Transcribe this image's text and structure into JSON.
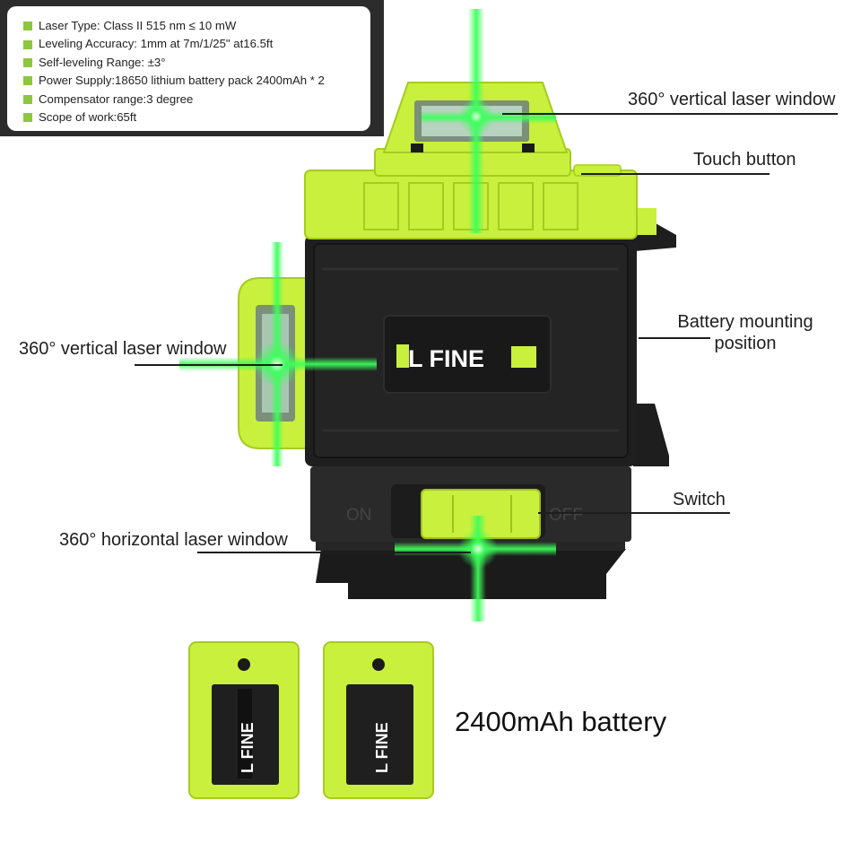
{
  "specs": [
    "Laser Type: Class II 515 nm ≤ 10 mW",
    "Leveling Accuracy: 1mm at 7m/1/25\" at16.5ft",
    "Self-leveling Range: ±3°",
    "Power Supply:18650 lithium battery pack 2400mAh * 2",
    "Compensator range:3 degree",
    "Scope of work:65ft"
  ],
  "callouts": {
    "top_vertical_window": "360° vertical laser window",
    "touch_button": "Touch button",
    "side_vertical_window": "360° vertical laser window",
    "battery_mount_line1": "Battery mounting",
    "battery_mount_line2": "position",
    "switch": "Switch",
    "horizontal_window": "360° horizontal laser window"
  },
  "brand": "L FINE",
  "switch_labels": {
    "on": "ON",
    "off": "OFF"
  },
  "battery_caption": "2400mAh battery",
  "colors": {
    "accent_lime": "#c9f03c",
    "laser_green": "#3cff5a",
    "body_dark": "#1f1f1f",
    "bullet_green": "#8dc63f"
  }
}
